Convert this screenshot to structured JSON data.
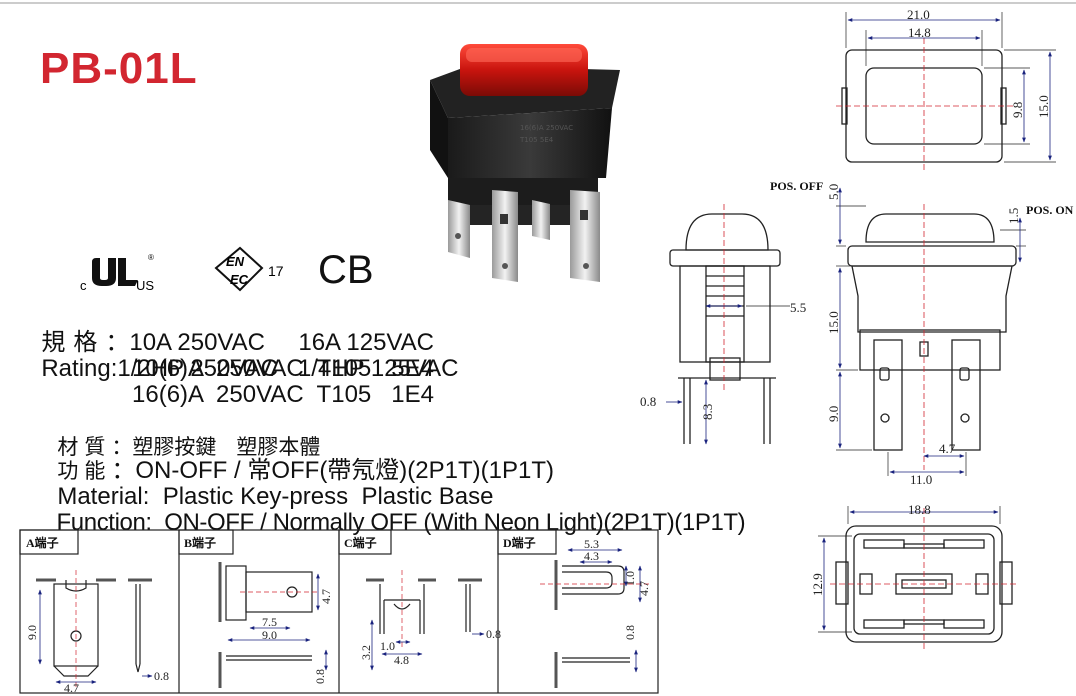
{
  "model": "PB-01L",
  "certs": {
    "ul_c": "c",
    "ul_us": "US",
    "enec": "17",
    "cb": "CB",
    "en_top": "EN",
    "en_bot": "EC"
  },
  "specs": [
    {
      "label": "規格",
      "sep": "：",
      "text": "10A 250VAC     16A 125VAC"
    },
    {
      "label": "Rating",
      "sep": ":",
      "text": "1/2HP 250VAC   1/4HP 125VAC"
    },
    {
      "label": "",
      "sep": "",
      "text": "10(6)A  250VAC  T105   5E4"
    },
    {
      "label": "",
      "sep": "",
      "text": "16(6)A  250VAC  T105   1E4"
    },
    {
      "label": "材質",
      "sep": "：",
      "text": "塑膠按鍵   塑膠本體"
    },
    {
      "label": "功能",
      "sep": "：",
      "text": "ON-OFF / 常OFF(帶氖燈)(2P1T)(1P1T)"
    },
    {
      "label": "Material",
      "sep": ":",
      "text": "Plastic Key-press  Plastic Base"
    },
    {
      "label": "Function",
      "sep": ":",
      "text": "ON-OFF / Normally OFF (With Neon Light)(2P1T)(1P1T)"
    }
  ],
  "top_view": {
    "w_outer": "21.0",
    "w_inner": "14.8",
    "h_inner": "9.8",
    "h_outer": "15.0"
  },
  "side_view": {
    "pos_off": "POS. OFF",
    "pos_on": "POS. ON",
    "d_pos_off": "5.0",
    "d_pos_on": "1.5",
    "d_body": "15.0",
    "d_pin": "9.0",
    "d_pitch": "4.7",
    "d_span": "11.0"
  },
  "left_view": {
    "d_width": "5.5",
    "d_thick": "0.8",
    "d_len": "8.3"
  },
  "bottom_view": {
    "d_w": "18.8",
    "d_h": "12.9"
  },
  "terminals": [
    {
      "title": "A端子",
      "d1": "9.0",
      "d2": "4.7",
      "d3": "0.8"
    },
    {
      "title": "B端子",
      "d1": "4.7",
      "d2": "7.5",
      "d3": "9.0",
      "d4": "0.8"
    },
    {
      "title": "C端子",
      "d1": "3.2",
      "d2": "1.0",
      "d3": "4.8",
      "d4": "0.8"
    },
    {
      "title": "D端子",
      "d1": "5.3",
      "d2": "4.3",
      "d3": "1.0",
      "d4": "4.7",
      "d5": "0.8"
    }
  ]
}
